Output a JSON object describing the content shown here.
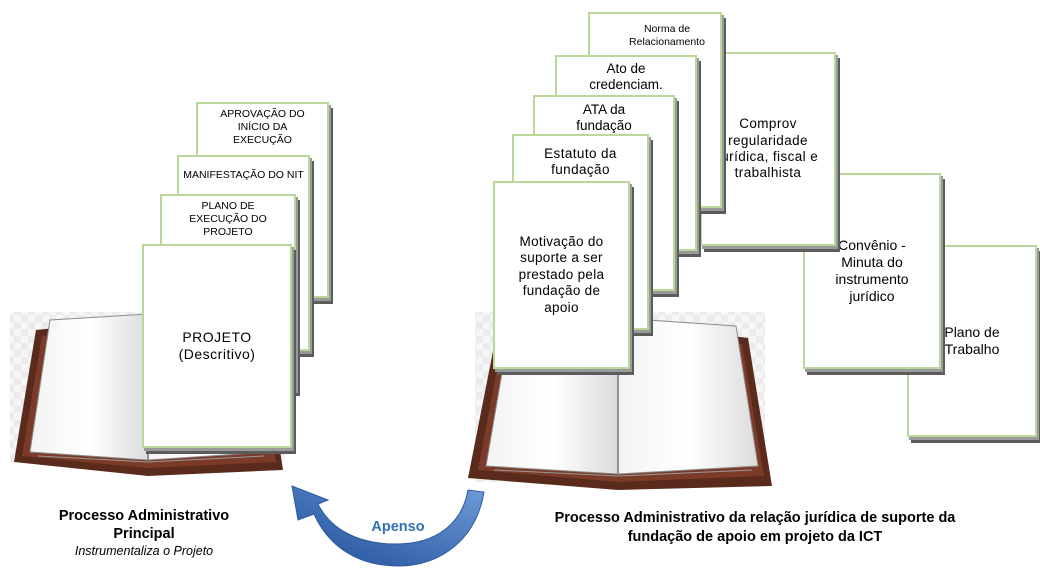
{
  "left_stack": {
    "card_aprovacao": "APROVAÇÃO DO INÍCIO DA EXECUÇÃO",
    "card_manifestacao": "MANIFESTAÇÃO DO NIT",
    "card_plano_execucao": "PLANO DE EXECUÇÃO DO PROJETO",
    "card_projeto": "PROJETO (Descritivo)"
  },
  "right_stack": {
    "card_norma": "Norma de Relacionamento",
    "card_ato": "Ato de credenciam. ção",
    "card_ata": "ATA da fundação",
    "card_estatuto": "Estatuto da fundação",
    "card_motivacao": "Motivação do suporte a ser prestado pela fundação de apoio",
    "card_comprov": "Comprov regularidade jurídica, fiscal e trabalhista",
    "card_convenio": "Convênio - Minuta do instrumento jurídico",
    "card_plano_trabalho": "Plano de Trabalho"
  },
  "captions": {
    "left_title_line1": "Processo Administrativo",
    "left_title_line2": "Principal",
    "left_subtitle": "Instrumentaliza o Projeto",
    "arrow_label": "Apenso",
    "right_title_line1": "Processo Administrativo da relação jurídica de suporte da",
    "right_title_line2": "fundação de apoio  em projeto da ICT"
  },
  "colors": {
    "card_border": "#b9d89a",
    "arrow_blue": "#3e6fb5",
    "apenso_text": "#2e74b5",
    "book_cover": "#5a2a1c"
  }
}
